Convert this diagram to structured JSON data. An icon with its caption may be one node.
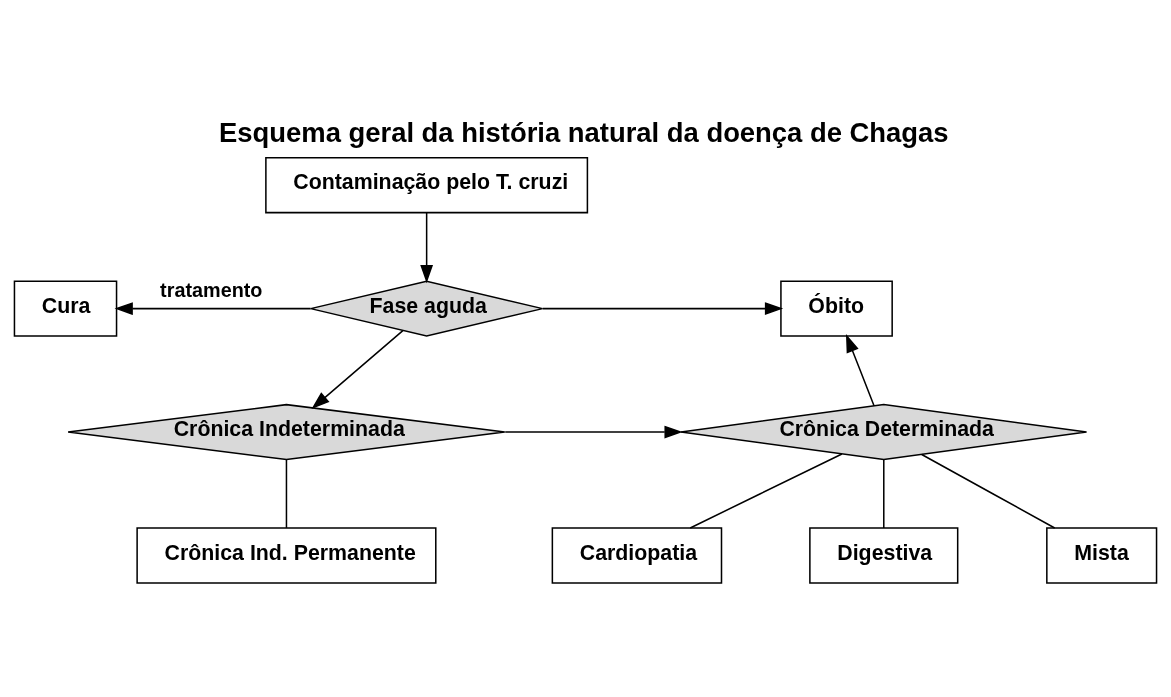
{
  "diagram": {
    "title": "Esquema geral da história natural da doença de Chagas",
    "nodes": [
      {
        "text": [
          "Contaminação pelo T. cruzi"
        ]
      },
      {
        "text": [
          "Fase aguda"
        ]
      },
      {
        "text": [
          "Cura"
        ]
      },
      {
        "text": [
          "Óbito"
        ]
      },
      {
        "text": [
          "Crônica Indeterminada"
        ]
      },
      {
        "text": [
          "Crônica Determinada"
        ]
      },
      {
        "text": [
          "Crônica Ind. Permanente"
        ]
      },
      {
        "text": [
          "Cardiopatia"
        ]
      },
      {
        "text": [
          "Digestiva"
        ]
      },
      {
        "text": [
          "Mista"
        ]
      }
    ],
    "edges": [
      {
        "from": 0,
        "to": 1,
        "arrow": "to"
      },
      {
        "from": 1,
        "to": 2,
        "arrow": "to",
        "label": "tratamento"
      },
      {
        "from": 1,
        "to": 3,
        "arrow": "to"
      },
      {
        "from": 1,
        "to": 4,
        "arrow": "to"
      },
      {
        "from": 4,
        "to": 5,
        "arrow": "to"
      },
      {
        "from": 5,
        "to": 3,
        "arrow": "to"
      },
      {
        "from": 4,
        "to": 6,
        "arrow": "none"
      },
      {
        "from": 5,
        "to": 7,
        "arrow": "none"
      },
      {
        "from": 5,
        "to": 8,
        "arrow": "none"
      },
      {
        "from": 5,
        "to": 9,
        "arrow": "none"
      }
    ]
  }
}
